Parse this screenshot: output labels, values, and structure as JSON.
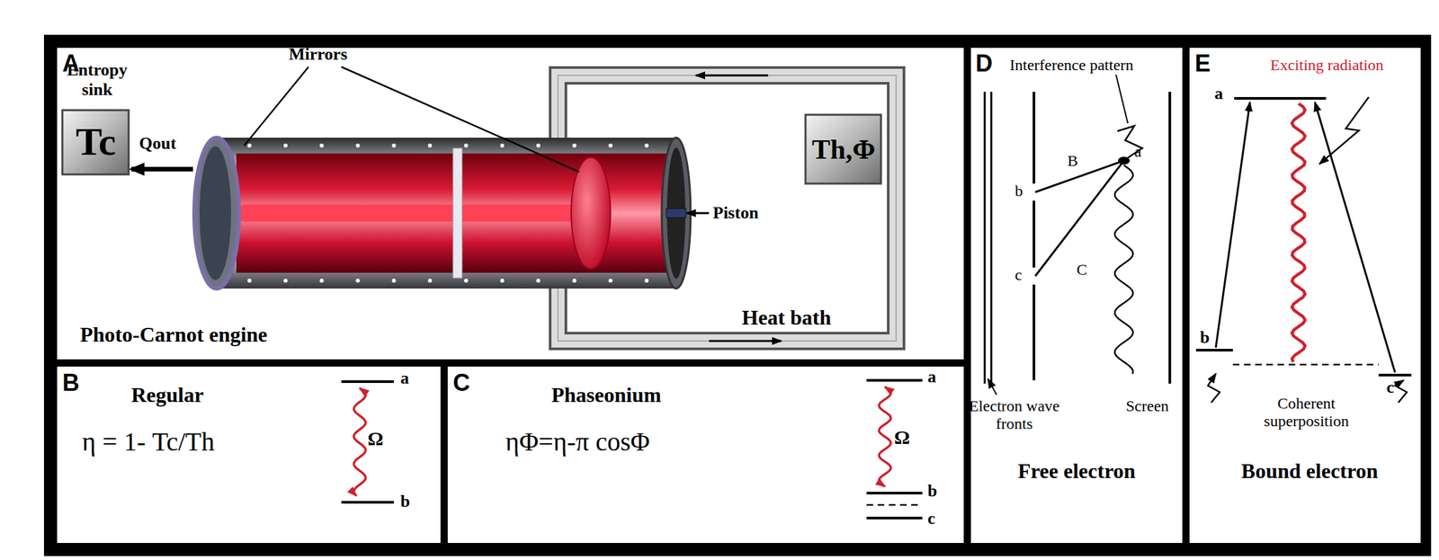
{
  "diagram": {
    "nodes": [
      {
        "text": [
          "A",
          "Photo-Carnot engine"
        ]
      },
      {
        "text": [
          "Entropy sink",
          "Tc"
        ],
        "in": 0
      },
      {
        "text": [
          "Th,Φ",
          "Heat bath"
        ],
        "in": 0
      },
      {
        "text": [
          "B",
          "Regular",
          "η = 1- Tc/Th"
        ]
      },
      {
        "text": [
          "C",
          "Phaseonium",
          "ηΦ=η-π cosΦ"
        ]
      },
      {
        "text": [
          "D",
          "Free electron"
        ]
      },
      {
        "text": [
          "E",
          "Bound electron"
        ]
      }
    ],
    "labels": [
      "Mirrors",
      "Qout",
      "Piston",
      "a",
      "Ω",
      "b",
      "a",
      "Ω",
      "b",
      "c",
      "Interference pattern",
      "b",
      "B",
      "a",
      "c",
      "C",
      "Electron wave fronts",
      "Screen",
      "Exciting radiation",
      "a",
      "b",
      "c",
      "Coherent superposition"
    ]
  }
}
